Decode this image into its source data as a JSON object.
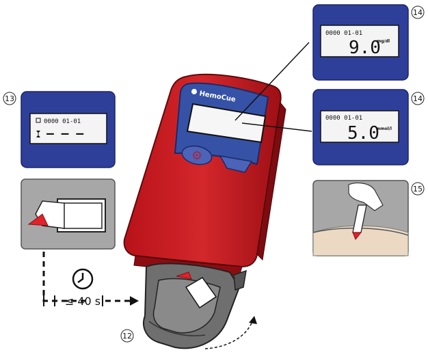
{
  "device": {
    "brand": "HemoCue"
  },
  "step_12": {
    "number": "12"
  },
  "step_13": {
    "number": "13",
    "date_readout": "0000 01-01",
    "result_placeholder": "– – –"
  },
  "step_14_mgdl": {
    "number": "14",
    "date_readout": "0000 01-01",
    "value": "9.0",
    "unit": "mg/dl"
  },
  "step_14_mmol": {
    "number": "14",
    "date_readout": "0000 01-01",
    "value": "5.0",
    "unit": "mmol/l"
  },
  "step_15": {
    "number": "15"
  },
  "timer": {
    "label": "≤ 40 s"
  }
}
